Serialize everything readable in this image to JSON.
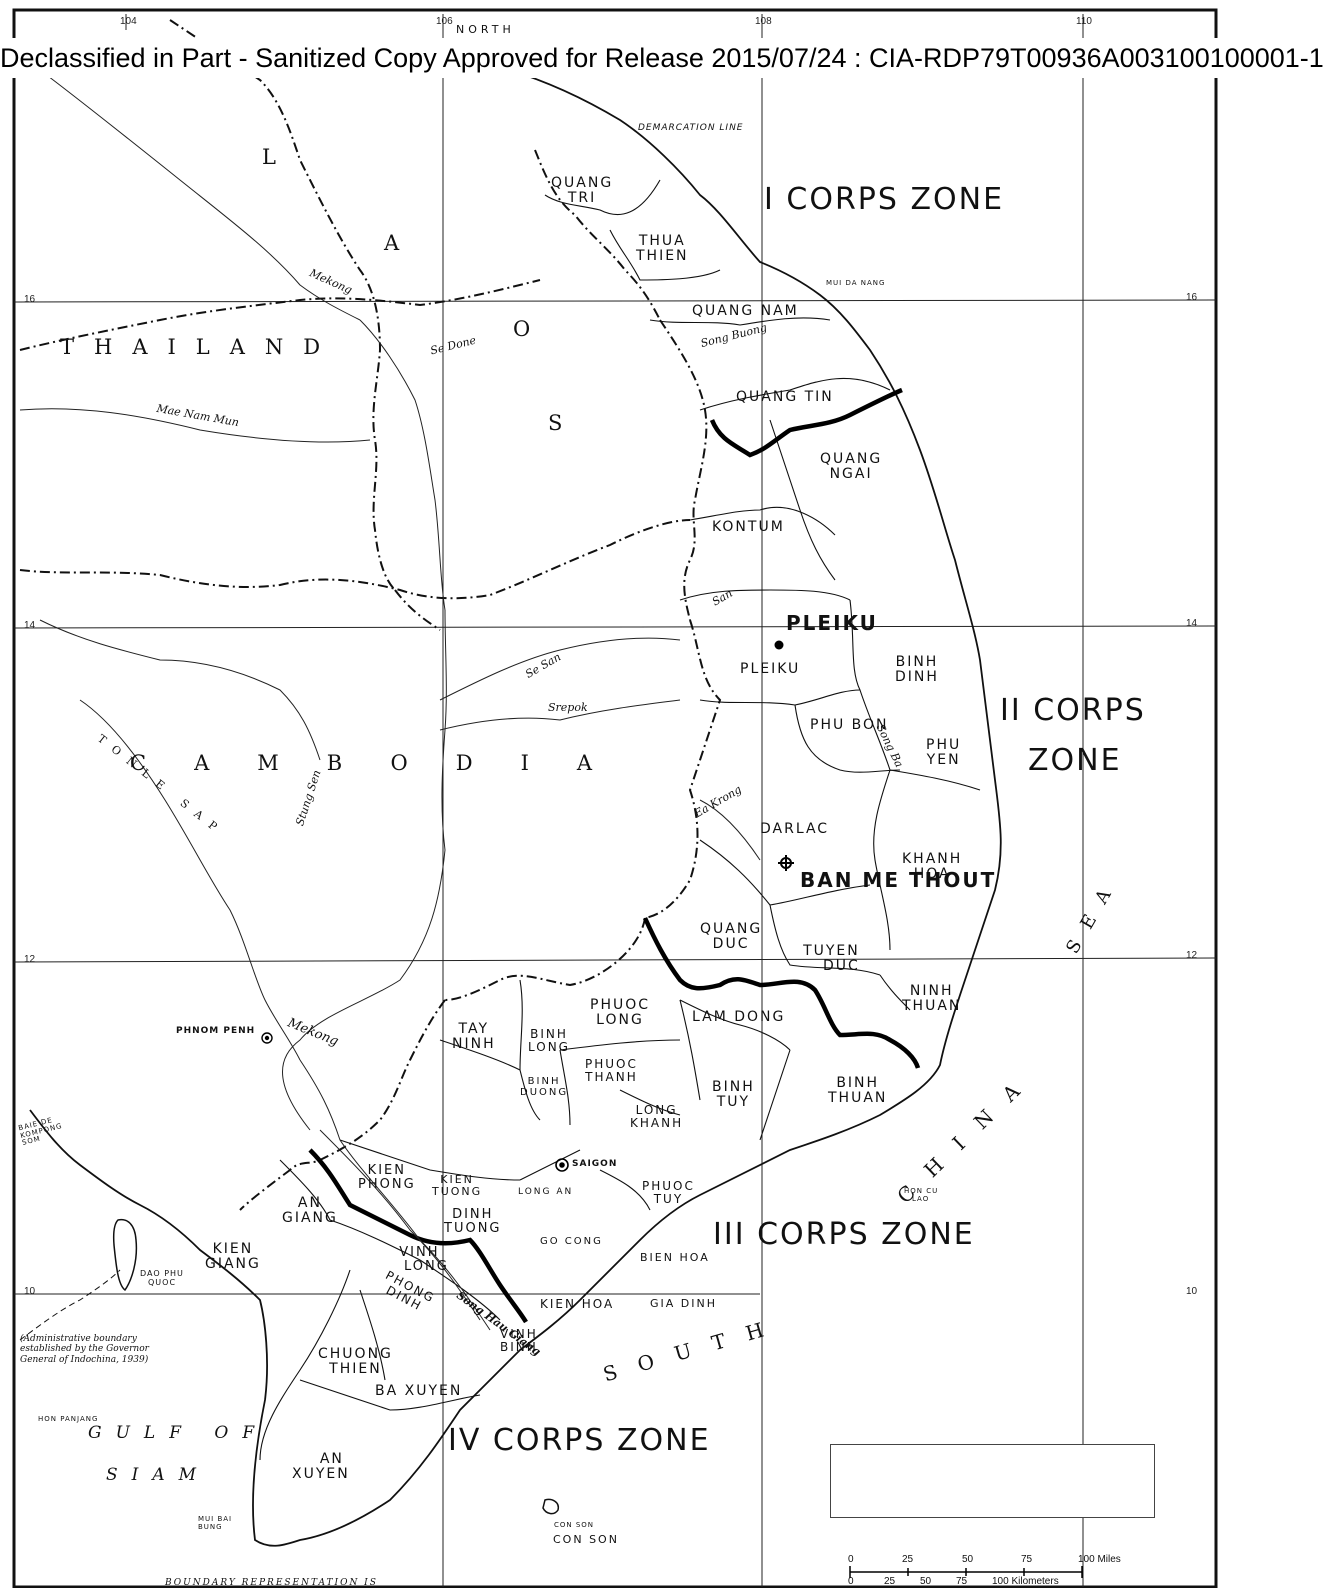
{
  "header": {
    "banner": "Declassified in Part - Sanitized Copy Approved for Release 2015/07/24 : CIA-RDP79T00936A003100100001-1"
  },
  "graticule": {
    "lon_104": "104",
    "lon_106": "106",
    "lon_108": "108",
    "lon_110": "110",
    "lat_16_left": "16",
    "lat_16_right": "16",
    "lat_14_left": "14",
    "lat_14_right": "14",
    "lat_12_left": "12",
    "lat_12_right": "12",
    "lat_10_left": "10",
    "lat_10_right": "10"
  },
  "countries": {
    "north": "NORTH",
    "laos_l": "L",
    "laos_a": "A",
    "laos_o": "O",
    "laos_s": "S",
    "thailand": "THAILAND",
    "cambodia": "CAMBODIA"
  },
  "lines": {
    "demarcation": "DEMARCATION LINE"
  },
  "zones": {
    "i": "I CORPS ZONE",
    "ii_a": "II CORPS",
    "ii_b": "ZONE",
    "iii": "III CORPS ZONE",
    "iv": "IV CORPS ZONE"
  },
  "provinces": {
    "quang_tri": [
      "QUANG",
      "TRI"
    ],
    "thua_thien": [
      "THUA",
      "THIEN"
    ],
    "quang_nam": "QUANG NAM",
    "quang_tin": "QUANG TIN",
    "quang_ngai": [
      "QUANG",
      "NGAI"
    ],
    "kontum": "KONTUM",
    "pleiku": "PLEIKU",
    "binh_dinh": [
      "BINH",
      "DINH"
    ],
    "phu_bon": "PHU BON",
    "phu_yen": [
      "PHU",
      "YEN"
    ],
    "darlac": "DARLAC",
    "khanh_hoa": [
      "KHANH",
      "HOA"
    ],
    "quang_duc": [
      "QUANG",
      "DUC"
    ],
    "tuyen_duc": [
      "TUYEN",
      "DUC"
    ],
    "ninh_thuan": [
      "NINH",
      "THUAN"
    ],
    "lam_dong": "LAM DONG",
    "phuoc_long": [
      "PHUOC",
      "LONG"
    ],
    "binh_long": [
      "BINH",
      "LONG"
    ],
    "tay_ninh": [
      "TAY",
      "NINH"
    ],
    "phuoc_thanh": [
      "PHUOC",
      "THANH"
    ],
    "binh_duong": [
      "BINH",
      "DUONG"
    ],
    "long_khanh": [
      "LONG",
      "KHANH"
    ],
    "binh_tuy": [
      "BINH",
      "TUY"
    ],
    "binh_thuan": [
      "BINH",
      "THUAN"
    ],
    "phuoc_tuy": [
      "PHUOC",
      "TUY"
    ],
    "kien_phong": [
      "KIEN",
      "PHONG"
    ],
    "kien_tuong": [
      "KIEN",
      "TUONG"
    ],
    "long_an": "LONG AN",
    "an_giang": [
      "AN",
      "GIANG"
    ],
    "dinh_tuong": [
      "DINH",
      "TUONG"
    ],
    "go_cong": "GO CONG",
    "bien_hoa": "BIEN HOA",
    "gia_dinh": "GIA DINH",
    "kien_giang": [
      "KIEN",
      "GIANG"
    ],
    "vinh_long": [
      "VINH",
      "LONG"
    ],
    "phong_dinh": [
      "PHONG",
      "DINH"
    ],
    "kien_hoa": "KIEN HOA",
    "vinh_binh": [
      "VINH",
      "BINH"
    ],
    "chuong_thien": [
      "CHUONG",
      "THIEN"
    ],
    "ba_xuyen": "BA XUYEN",
    "an_xuyen": [
      "AN",
      "XUYEN"
    ],
    "con_son": "CON SON"
  },
  "cities": {
    "pleiku": "PLEIKU",
    "ban_me_thout": "BAN ME THOUT",
    "saigon": "SAIGON",
    "phnom_penh": "PHNOM PENH"
  },
  "places": {
    "mui_da_nang": "MUI DA NANG",
    "hon_cu_lao": [
      "HON CU",
      "LAO"
    ],
    "dao_phu_quoc": [
      "DAO PHU",
      "QUOC"
    ],
    "hon_panjang": "HON PANJANG",
    "mui_bai_bung": [
      "MUI BAI",
      "BUNG"
    ],
    "con_son_island": "CON SON",
    "baie_de_kompong_som": [
      "BAIE DE",
      "KOMPONG",
      "SOM"
    ]
  },
  "water": {
    "gulf": "GULF OF",
    "siam": "SIAM",
    "south": "SOUTH",
    "china": "CHINA",
    "sea": "SEA",
    "tonle_sap": "TONLE SAP"
  },
  "rivers": {
    "mekong_n": "Mekong",
    "mekong_s": "Mekong",
    "se_done": "Se Done",
    "nam_mun": "Mae Nam Mun",
    "sre_pok": "Srepok",
    "se_san": "Se San",
    "song_bung": "Song Buong",
    "song_ba": "Song Ba",
    "ea_krong": "Ea Krong",
    "stung_sen": "Stung Sen",
    "bassac": "Song Hau Giang",
    "san": "San"
  },
  "note": [
    "(Administrative boundary",
    "established by the Governor",
    "General of Indochina, 1939)"
  ],
  "scale": {
    "m0": "0",
    "m25": "25",
    "m50": "50",
    "m75": "75",
    "m100": "100 Miles",
    "k0": "0",
    "k25": "25",
    "k50": "50",
    "k75": "75",
    "k100": "100 Kilometers"
  },
  "footer": "BOUNDARY REPRESENTATION IS"
}
